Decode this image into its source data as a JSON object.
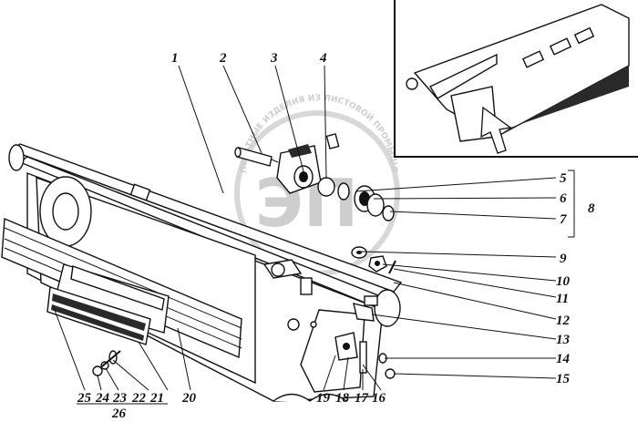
{
  "watermark": {
    "arc_text": "ПЕЧАТНЫЕ ИЗДЕЛИЯ ИЗ ЛИСТОВОЙ ПРОМЫШЛЕННОСТИ",
    "logo_text": "ЭП"
  },
  "labels": {
    "n1": "1",
    "n2": "2",
    "n3": "3",
    "n4": "4",
    "n5": "5",
    "n6": "6",
    "n7": "7",
    "n8": "8",
    "n9": "9",
    "n10": "10",
    "n11": "11",
    "n12": "12",
    "n13": "13",
    "n14": "14",
    "n15": "15",
    "n16": "16",
    "n17": "17",
    "n18": "18",
    "n19": "19",
    "n20": "20",
    "n21": "21",
    "n22": "22",
    "n23": "23",
    "n24": "24",
    "n25": "25",
    "n26": "26"
  }
}
